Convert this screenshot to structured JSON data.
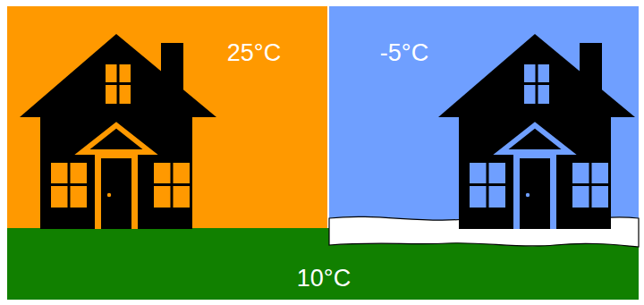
{
  "diagram": {
    "labels": [
      "25°C",
      "-5°C",
      "10°C"
    ]
  }
}
